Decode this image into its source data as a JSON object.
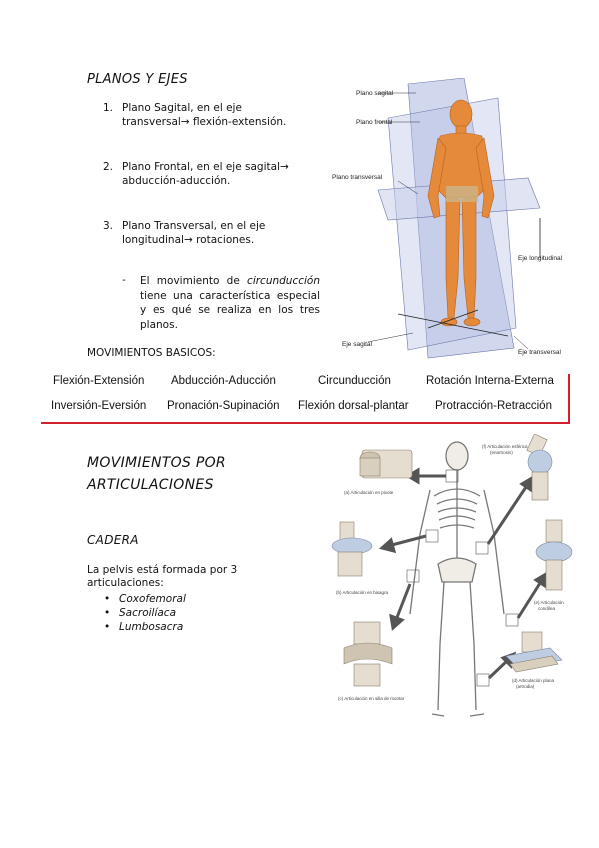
{
  "section1": {
    "heading": "PLANOS Y EJES",
    "items": [
      {
        "num": "1.",
        "text": "Plano Sagital, en el eje transversal→ flexión-extensión."
      },
      {
        "num": "2.",
        "text": "Plano Frontal, en el eje sagital→ abducción-aducción."
      },
      {
        "num": "3.",
        "text": "Plano Transversal, en el eje longitudinal→ rotaciones."
      }
    ],
    "note_dash": "-",
    "note_before": "El movimiento de ",
    "note_em": "circunducción",
    "note_after": " tiene una característica especial y es qué se realiza en los tres planos.",
    "movements_heading": "MOVIMIENTOS BASICOS:"
  },
  "planes_figure": {
    "labels": {
      "plano_sagital": "Plano sagital",
      "plano_frontal": "Plano frontal",
      "plano_transversal": "Plano transversal",
      "eje_longitudinal": "Eje longitudinal",
      "eje_sagital": "Eje sagital",
      "eje_transversal": "Eje transversal"
    }
  },
  "movements_table": {
    "row1": [
      "Flexión-Extensión",
      "Abducción-Aducción",
      "Circunducción",
      "Rotación Interna-Externa"
    ],
    "row2": [
      "Inversión-Eversión",
      "Pronación-Supinación",
      "Flexión dorsal-plantar",
      "Protracción-Retracción"
    ]
  },
  "section2": {
    "heading_line1": "MOVIMIENTOS POR",
    "heading_line2": "ARTICULACIONES",
    "subheading": "CADERA",
    "intro_line1": "La pelvis está formada por 3",
    "intro_line2": "articulaciones:",
    "bullets": [
      "Coxofemoral",
      "Sacroilíaca",
      "Lumbosacra"
    ]
  },
  "joints_figure": {
    "labels": {
      "pivote": "(a) Articulación en pivote",
      "bisagra": "(b) Articulación en bisagra",
      "silla": "(c) Articulación en silla de montar",
      "esferica_1": "(f) Articulación esférica",
      "esferica_2": "(enartrosis)",
      "condilea_1": "(e) Articulación",
      "condilea_2": "condílea",
      "plana_1": "(d) Articulación plana",
      "plana_2": "(artrodia)"
    }
  },
  "colors": {
    "accent_red": "#d21f2b",
    "plane_blue": "#9aa7d6",
    "skin_orange": "#e58a3a"
  }
}
